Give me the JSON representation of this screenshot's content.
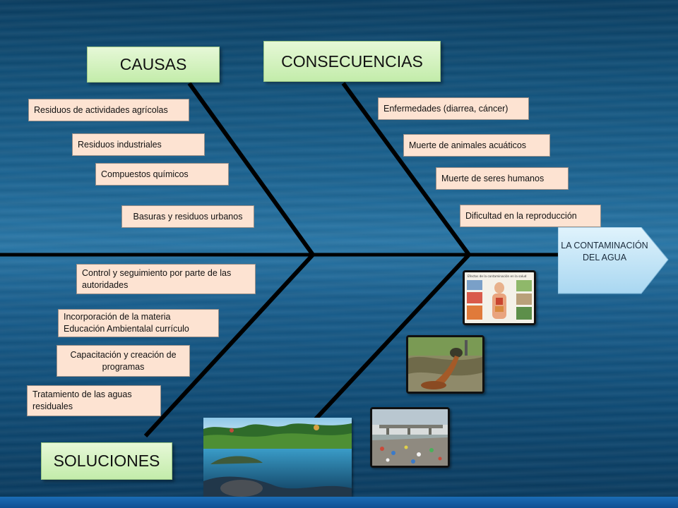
{
  "diagram": {
    "headers": {
      "causes": "CAUSAS",
      "consequences": "CONSECUENCIAS",
      "solutions": "SOLUCIONES"
    },
    "effect": "LA CONTAMINACIÓN DEL AGUA",
    "causes": [
      "Residuos de actividades agrícolas",
      "Residuos industriales",
      "Compuestos químicos",
      "Basuras  y residuos urbanos"
    ],
    "consequences": [
      "Enfermedades (diarrea, cáncer)",
      "Muerte de animales acuáticos",
      "Muerte de seres humanos",
      "Dificultad en la reproducción"
    ],
    "solutions": [
      "Control y seguimiento por parte de las autoridades",
      "Incorporación de la  materia Educación  Ambientalal currículo",
      "Capacitación y creación de programas",
      "Tratamiento de las aguas residuales"
    ]
  },
  "colors": {
    "header_fill": "#c3ecaa",
    "item_fill": "#fde3d2",
    "effect_fill": "#bfe3f7",
    "bone": "#000000"
  },
  "images": {
    "health_effects_text": "Efectos de la contaminación en la salud"
  }
}
